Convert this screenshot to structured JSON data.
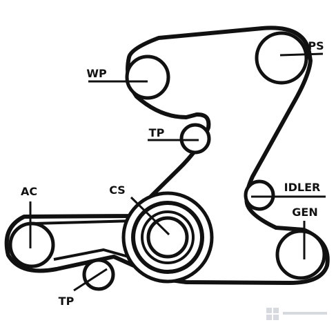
{
  "diagram": {
    "labels": {
      "ps": "PS",
      "wp": "WP",
      "tp_upper": "TP",
      "idler": "IDLER",
      "ac": "AC",
      "cs": "CS",
      "gen": "GEN",
      "tp_lower": "TP"
    }
  },
  "colors": {
    "ink": "#111111",
    "background": "#ffffff",
    "watermark": "#d2d6dc"
  }
}
